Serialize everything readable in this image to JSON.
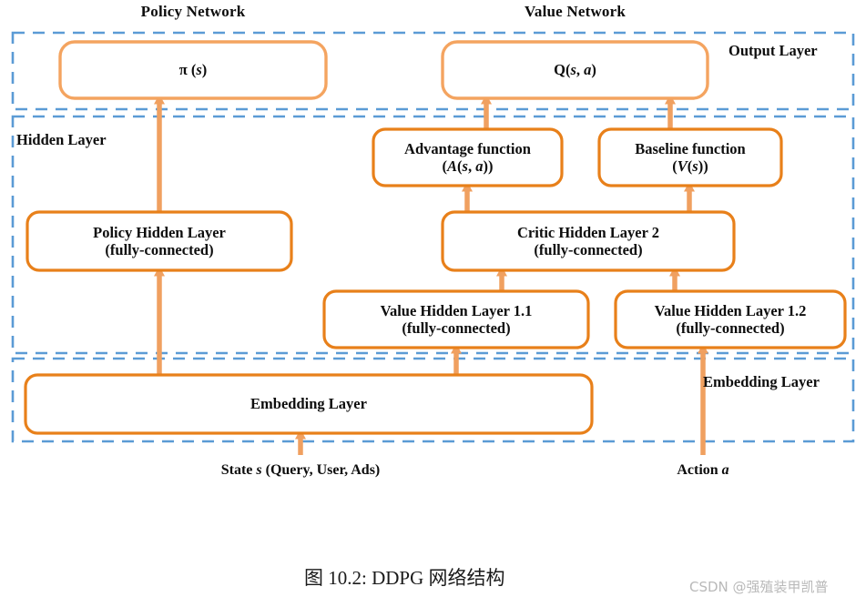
{
  "figure": {
    "caption": "图 10.2: DDPG 网络结构",
    "watermark": "CSDN @强殖装甲凯普",
    "colors": {
      "dashed_border": "#5B9BD5",
      "node_border_light": "#F4A460",
      "node_border_dark": "#E8801A",
      "arrow": "#F0A060",
      "background": "#FFFFFF",
      "text": "#0D0D0D"
    }
  },
  "network_titles": {
    "policy": "Policy Network",
    "value": "Value Network"
  },
  "zones": [
    {
      "id": "output",
      "label": "Output Layer"
    },
    {
      "id": "hidden",
      "label": "Hidden Layer"
    },
    {
      "id": "embedding",
      "label": "Embedding Layer"
    }
  ],
  "nodes": {
    "policy_output": {
      "line1": "π (s)"
    },
    "value_output": {
      "line1": "Q(s, a)"
    },
    "advantage": {
      "line1": "Advantage function",
      "line2": "(A(s, a))"
    },
    "baseline": {
      "line1": "Baseline function",
      "line2": "(V(s))"
    },
    "policy_hidden": {
      "line1": "Policy Hidden Layer",
      "line2": "(fully-connected)"
    },
    "critic_hidden2": {
      "line1": "Critic Hidden Layer 2",
      "line2": "(fully-connected)"
    },
    "value_hidden11": {
      "line1": "Value Hidden Layer 1.1",
      "line2": "(fully-connected)"
    },
    "value_hidden12": {
      "line1": "Value Hidden Layer 1.2",
      "line2": "(fully-connected)"
    },
    "embedding": {
      "line1": "Embedding Layer"
    }
  },
  "inputs": {
    "state": "State s (Query, User, Ads)",
    "action": "Action a"
  }
}
